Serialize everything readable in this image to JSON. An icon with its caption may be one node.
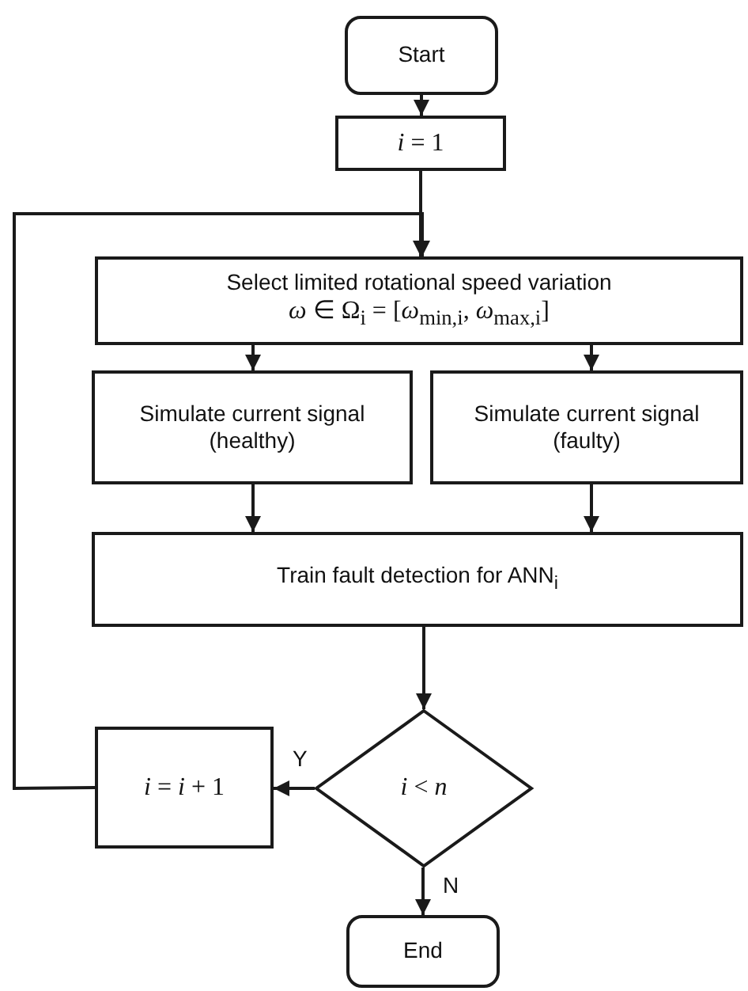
{
  "diagram": {
    "nodes": [
      {
        "text": [
          "Start"
        ]
      },
      {
        "text": [
          "*i* = 1"
        ]
      },
      {
        "text": [
          "Select limited rotational speed variation",
          "*ω* ∈ Ω$_{i}$ = [*ω*$_{min,i}$, *ω*$_{max,i}$]"
        ]
      },
      {
        "text": [
          "Simulate current signal (healthy)"
        ]
      },
      {
        "text": [
          "Simulate current signal (faulty)"
        ]
      },
      {
        "text": [
          "Train fault detection for ANN$_{i}$"
        ]
      },
      {
        "text": [
          "*i* < *n*"
        ]
      },
      {
        "text": [
          "*i* = *i* + 1"
        ]
      },
      {
        "text": [
          "End"
        ]
      }
    ],
    "edges": [
      {
        "from": 0,
        "to": 1,
        "arrow": "to"
      },
      {
        "from": 1,
        "to": 2,
        "arrow": "to"
      },
      {
        "from": 2,
        "to": 3,
        "arrow": "to"
      },
      {
        "from": 2,
        "to": 4,
        "arrow": "to"
      },
      {
        "from": 3,
        "to": 5,
        "arrow": "to"
      },
      {
        "from": 4,
        "to": 5,
        "arrow": "to"
      },
      {
        "from": 5,
        "to": 6,
        "arrow": "to"
      },
      {
        "from": 6,
        "to": 7,
        "arrow": "to",
        "label": "Y"
      },
      {
        "from": 6,
        "to": 8,
        "arrow": "to",
        "label": "N"
      },
      {
        "from": 7,
        "to": 2,
        "arrow": "to"
      }
    ]
  }
}
